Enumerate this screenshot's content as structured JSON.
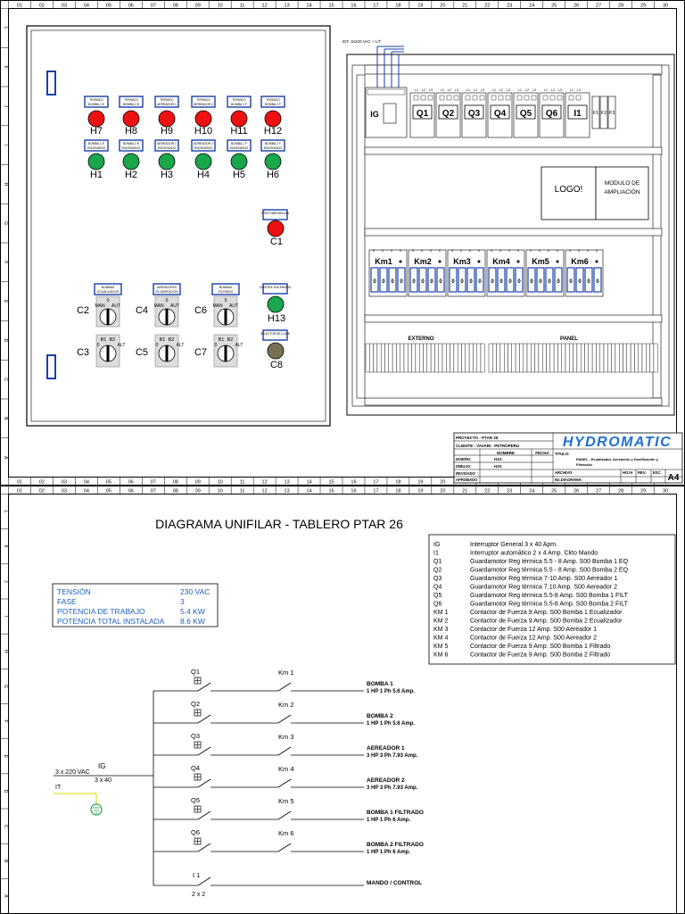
{
  "grid": {
    "cols": [
      "01",
      "02",
      "03",
      "04",
      "05",
      "06",
      "07",
      "08",
      "09",
      "10",
      "11",
      "12",
      "13",
      "14",
      "15",
      "16",
      "17",
      "18",
      "19",
      "20",
      "21",
      "22",
      "23",
      "24",
      "25",
      "26",
      "27",
      "28",
      "29",
      "30"
    ],
    "rows": [
      "L",
      "K",
      "J",
      "I",
      "H",
      "G",
      "F",
      "E",
      "D",
      "C",
      "B",
      "A"
    ]
  },
  "panel": {
    "pilots_red": [
      {
        "label": "TERMICO BOMBA 1 E",
        "tag": "H7"
      },
      {
        "label": "TERMICO BOMBA 2 E",
        "tag": "H8"
      },
      {
        "label": "TERMICO AEREADOR 1",
        "tag": "H9"
      },
      {
        "label": "TERMICO AEREADOR 2",
        "tag": "H10"
      },
      {
        "label": "TERMICO BOMBA 1 F",
        "tag": "H11"
      },
      {
        "label": "TERMICO BOMBA 2 F",
        "tag": "H12"
      }
    ],
    "pilots_green": [
      {
        "label": "BOMBA 1 E ENCENDIDO",
        "tag": "H1"
      },
      {
        "label": "BOMBA 2 E ENCENDIDO",
        "tag": "H2"
      },
      {
        "label": "AEREADOR 1 ENCENDIDO",
        "tag": "H3"
      },
      {
        "label": "AEREADOR 2 ENCENDIDO",
        "tag": "H4"
      },
      {
        "label": "BOMBA 1 F ENCENDIDO",
        "tag": "H5"
      },
      {
        "label": "BOMBA 2 F ENCENDIDO",
        "tag": "H6"
      }
    ],
    "emergency": {
      "label": "STOP EMERGENCIA",
      "tag": "C1"
    },
    "selectors_top": [
      {
        "label": "BOMBAS ECUALIZADOR",
        "tag": "C2"
      },
      {
        "label": "AIREADORES TK AEREACION",
        "tag": "C4"
      },
      {
        "label": "BOMBAS FILTRADO",
        "tag": "C6"
      }
    ],
    "selector_pos": {
      "zero": "0",
      "man": "MAN",
      "aut": "AUT"
    },
    "selectors_bottom": [
      {
        "tag": "C3"
      },
      {
        "tag": "C5"
      },
      {
        "tag": "C7"
      }
    ],
    "alt_pos": {
      "b1": "B1",
      "b2": "B2",
      "zero": "0",
      "alt": "ALT"
    },
    "control_pilot": {
      "label": "CONTROL ENCENDIDO",
      "tag": "H13"
    },
    "key_switch": {
      "label": "SELECTOR DE LLAVE",
      "tag": "C8"
    }
  },
  "cabinet": {
    "int_label": "INT. 3x220 VAC + L/T",
    "breakers": [
      "IG",
      "Q1",
      "Q2",
      "Q3",
      "Q4",
      "Q5",
      "Q6",
      "I1"
    ],
    "fuses": [
      "F1",
      "F2",
      "F3"
    ],
    "logo": "LOGO!",
    "module": "MODULO DE AMPLIACIÓN",
    "contactors": [
      "Km1",
      "Km2",
      "Km3",
      "Km4",
      "Km5",
      "Km6"
    ],
    "externo": "EXTERNO",
    "panel": "PANEL"
  },
  "title_block": {
    "proyecto": "PROYECTO : PTAR 26",
    "cliente": "CLIENTE : VAVARI - PETROPERU",
    "brand": "HYDROMATIC",
    "nombre": "NOMBRE",
    "fecha": "FECHA",
    "titulo": "TITULO:",
    "titulo_val": "PANEL - Ecualizador, Aereación y Dosificación y Filtración",
    "diseno": "DISEÑO:",
    "dibujo": "DIBUJO:",
    "revisado": "REVISADO",
    "aprobado": "APROBADO",
    "hjg1": "HJG",
    "hjg2": "HJG",
    "archivo": "ARCHIVO",
    "no_diagrama": "No.DIAGRAMA:",
    "hoja": "HOJA",
    "rev": "REV.",
    "esc": "ESC.",
    "size": "A4"
  },
  "unifilar": {
    "title": "DIAGRAMA UNIFILAR - TABLERO PTAR 26",
    "specs": [
      {
        "k": "TENSIÓN",
        "v": "230 VAC"
      },
      {
        "k": "FASE",
        "v": "3"
      },
      {
        "k": "POTENCIA DE TRABAJO",
        "v": "5.4 KW"
      },
      {
        "k": "POTENCIA TOTAL INSTALADA",
        "v": "8.6 KW"
      }
    ],
    "legend": [
      {
        "k": "IG",
        "v": "Interruptor General 3 x 40 Apm."
      },
      {
        "k": "I1",
        "v": "Interruptor automático 2 x 4 Amp. Ckto Mando"
      },
      {
        "k": "Q1",
        "v": "Guardamotor Reg térmica 5.5 - 8 Amp. S00 Bomba 1 EQ"
      },
      {
        "k": "Q2",
        "v": "Guardamotor Reg térmica 5.5 - 8 Amp. S00 Bomba 2 EQ"
      },
      {
        "k": "Q3",
        "v": "Guardamotor Reg térmica 7-10 Amp. S00 Aereador 1"
      },
      {
        "k": "Q4",
        "v": "Guardamotor Reg térmica 7.10 Amp. S00 Aereador 2"
      },
      {
        "k": "Q5",
        "v": "Guardamotor Reg térmica 5.5-8 Amp. S00 Bomba 1 FILT"
      },
      {
        "k": "Q6",
        "v": "Guardamotor Reg térmica 5.5-8 Amp. S00 Bomba 2 FILT"
      },
      {
        "k": "KM 1",
        "v": "Contactor de Fuerza 9 Amp. S00 Bomba 1 Ecualizador"
      },
      {
        "k": "KM 2",
        "v": "Contactor de Fuerza 9 Amp. S00 Bomba 2 Ecualizador"
      },
      {
        "k": "KM 3",
        "v": "Contactor de Fuerza 12 Amp. S00 Aereador 1"
      },
      {
        "k": "KM 4",
        "v": "Contactor de Fuerza 12 Amp. S00 Aereador 2"
      },
      {
        "k": "KM 5",
        "v": "Contactor de Fuerza 9 Amp. S00 Bomba 1 Filtrado"
      },
      {
        "k": "KM 6",
        "v": "Contactor de Fuerza 9 Amp. S00 Bomba 2 Filtrado"
      }
    ],
    "supply": "3 x 220 VAC",
    "it": "IT",
    "ig": "IG",
    "ig_rating": "3 x 40",
    "branches": [
      {
        "q": "Q1",
        "km": "Km 1",
        "load": "BOMBA 1",
        "spec": "1 HP 1 Ph 5.6 Amp."
      },
      {
        "q": "Q2",
        "km": "Km 2",
        "load": "BOMBA 2",
        "spec": "1 HP 1 Ph 5.6 Amp."
      },
      {
        "q": "Q3",
        "km": "Km 3",
        "load": "AEREADOR 1",
        "spec": "3 HP 3 Ph 7.93 Amp."
      },
      {
        "q": "Q4",
        "km": "Km 4",
        "load": "AEREADOR 2",
        "spec": "3 HP 3 Ph 7.93 Amp."
      },
      {
        "q": "Q5",
        "km": "Km 5",
        "load": "BOMBA 1 FILTRADO",
        "spec": "1 HP 1 Ph 6 Amp."
      },
      {
        "q": "Q6",
        "km": "Km 6",
        "load": "BOMBA 2 FILTRADO",
        "spec": "1 HP 1 Ph 6 Amp."
      }
    ],
    "control": {
      "i": "I 1",
      "rating": "2 x 2",
      "load": "MANDO / CONTROL"
    }
  }
}
